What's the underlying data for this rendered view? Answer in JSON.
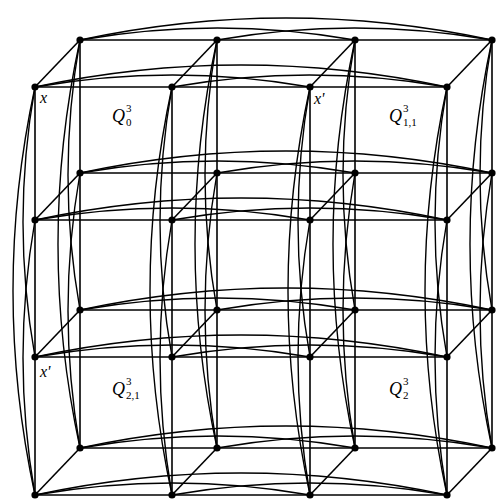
{
  "diagram": {
    "labels": [
      "x",
      "x'",
      "Q",
      "3",
      "0",
      "Q",
      "3",
      "1,1",
      "x'",
      "Q",
      "3",
      "2,1",
      "Q",
      "3",
      "2"
    ]
  }
}
